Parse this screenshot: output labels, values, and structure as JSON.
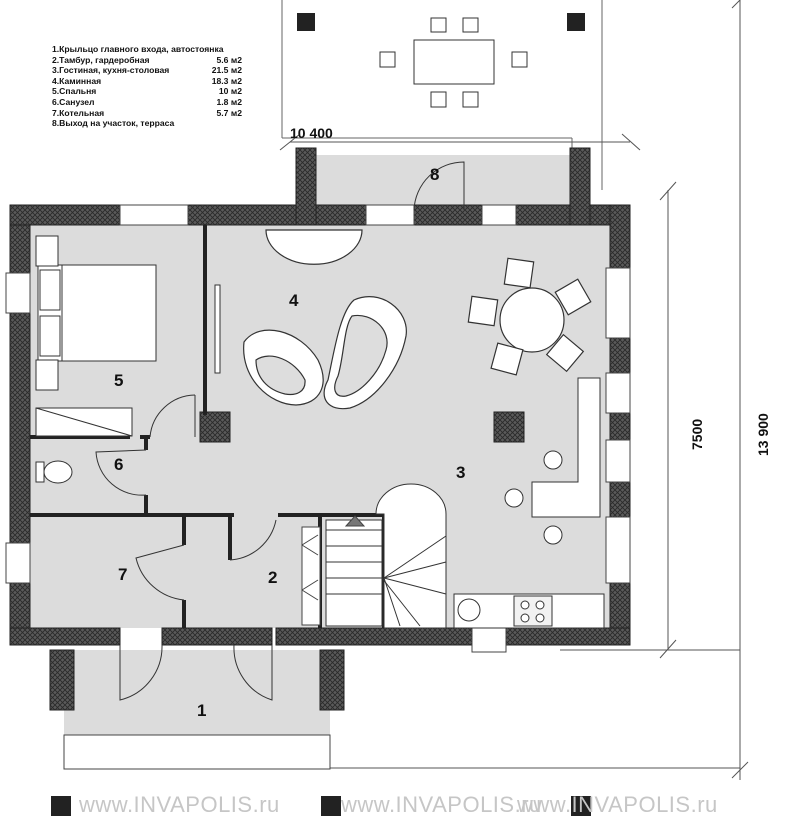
{
  "legend": [
    {
      "name": "1.Крыльцо главного входа, автостоянка",
      "area": ""
    },
    {
      "name": "2.Тамбур, гардеробная",
      "area": "5.6 м2"
    },
    {
      "name": "3.Гостиная, кухня-столовая",
      "area": "21.5 м2"
    },
    {
      "name": "4.Каминная",
      "area": "18.3 м2"
    },
    {
      "name": "5.Спальня",
      "area": "10 м2"
    },
    {
      "name": "6.Санузел",
      "area": "1.8 м2"
    },
    {
      "name": "7.Котельная",
      "area": "5.7 м2"
    },
    {
      "name": "8.Выход на участок, терраса",
      "area": ""
    }
  ],
  "rooms": {
    "r1": "1",
    "r2": "2",
    "r3": "3",
    "r4": "4",
    "r5": "5",
    "r6": "6",
    "r7": "7",
    "r8": "8"
  },
  "dimensions": {
    "width": "10 400",
    "depth_main": "7500",
    "depth_total": "13 900"
  },
  "watermark": [
    "www.INVAPOLIS.ru",
    "www.INVAPOLIS.ru",
    "www.INVAPOLIS.ru"
  ],
  "colors": {
    "floor": "#dcdcdc",
    "wall": "#4a4a4a",
    "line": "#222222"
  }
}
